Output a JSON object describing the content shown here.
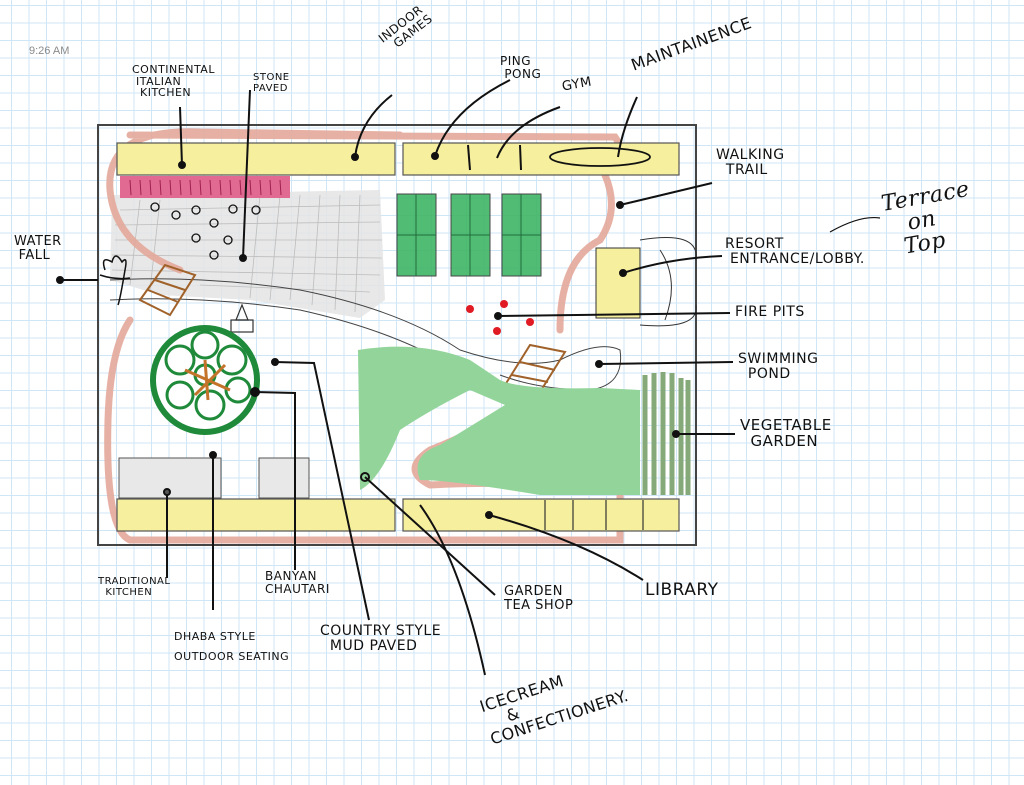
{
  "canvas": {
    "timestamp": "9:26 AM",
    "colors": {
      "grid": "#cfe6f7",
      "building": "#f6ef9e",
      "trail": "#e3a99a",
      "lawn": "#93d49a",
      "courts": "#3fb565",
      "banyan": "#1e8a3a",
      "kitchen": "#e06a92",
      "bridge": "#a0622a",
      "fire": "#e01b24",
      "vegetable": "#86a97a",
      "paved": "#d9d9d9"
    }
  },
  "labels": {
    "continental": "CONTINENTAL\n ITALIAN\n  KITCHEN",
    "stone_paved": "STONE\nPAVED",
    "indoor_games": "INDOOR\n  GAMES",
    "ping_pong": "PING\n PONG",
    "gym": "GYM",
    "maintenance": "MAINTAINENCE",
    "walking_trail": "WALKING\n  TRAIL",
    "terrace": "Terrace\n   on\n  Top",
    "resort_entrance": "RESORT\n ENTRANCE/LOBBY.",
    "water_fall": "WATER\n FALL",
    "fire_pits": "FIRE PITS",
    "swimming_pond": "SWIMMING\n  POND",
    "vegetable_garden": "VEGETABLE\n  GARDEN",
    "traditional_kitchen": "TRADITIONAL\n  KITCHEN",
    "dhaba": "DHABA STYLE\nOUTDOOR SEATING",
    "banyan": "BANYAN\nCHAUTARI",
    "country_style": "COUNTRY STYLE\n  MUD PAVED",
    "garden_tea": "GARDEN\nTEA SHOP",
    "library": "LIBRARY",
    "icecream": "ICECREAM\n    &\nCONFECTIONERY."
  }
}
